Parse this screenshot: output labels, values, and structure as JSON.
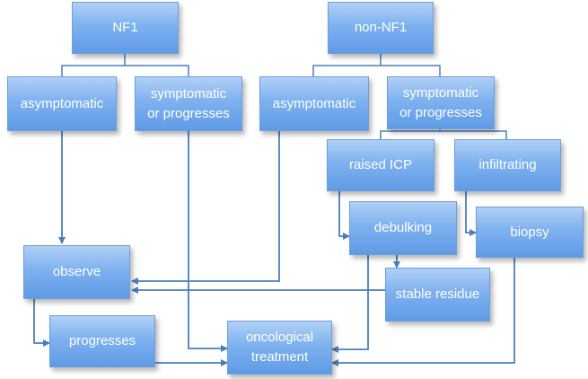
{
  "nodes": {
    "nf1": {
      "label": "NF1"
    },
    "non_nf1": {
      "label": "non-NF1"
    },
    "nf1_asymptomatic": {
      "label": "asymptomatic"
    },
    "nf1_symptomatic": {
      "line1": "symptomatic",
      "line2": "or progresses"
    },
    "non_asymptomatic": {
      "label": "asymptomatic"
    },
    "non_symptomatic": {
      "line1": "symptomatic",
      "line2": "or progresses"
    },
    "raised_icp": {
      "label": "raised ICP"
    },
    "infiltrating": {
      "label": "infiltrating"
    },
    "debulking": {
      "label": "debulking"
    },
    "biopsy": {
      "label": "biopsy"
    },
    "observe": {
      "label": "observe"
    },
    "stable_residue": {
      "label": "stable residue"
    },
    "progresses": {
      "label": "progresses"
    },
    "oncological_treatment": {
      "line1": "oncological",
      "line2": "treatment"
    }
  },
  "colors": {
    "box_top": "#b0d0f6",
    "box_bottom": "#5f9be6",
    "box_text": "#ffffff",
    "connector": "#4a7ebb"
  }
}
